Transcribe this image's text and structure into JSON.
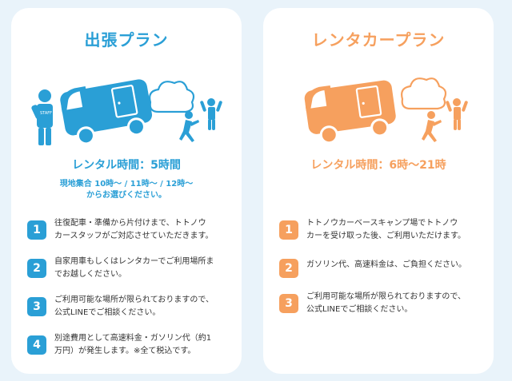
{
  "colors": {
    "blue": "#2a9fd6",
    "orange": "#f6a05e",
    "background": "#e9f3fa"
  },
  "left": {
    "title": "出張プラン",
    "rental": "レンタル時間：5時間",
    "meeting_line1": "現地集合 10時～ / 11時～ / 12時～",
    "meeting_line2": "からお選びください。",
    "staff_label": "STAFF",
    "items": [
      {
        "num": "1",
        "line1": "往復配車・準備から片付けまで、トトノウ",
        "line2": "カースタッフがご対応させていただきます。"
      },
      {
        "num": "2",
        "line1": "自家用車もしくはレンタカーでご利用場所ま",
        "line2": "でお越しください。"
      },
      {
        "num": "3",
        "line1": "ご利用可能な場所が限られておりますので、",
        "line2": "公式LINEでご相談ください。"
      },
      {
        "num": "4",
        "line1": "別途費用として高速料金・ガソリン代（約1",
        "line2": "万円）が発生します。※全て税込です。"
      }
    ]
  },
  "right": {
    "title": "レンタカープラン",
    "rental": "レンタル時間：6時～21時",
    "items": [
      {
        "num": "1",
        "line1": "トトノウカーベースキャンプ場でトトノウ",
        "line2": "カーを受け取った後、ご利用いただけます。"
      },
      {
        "num": "2",
        "line1": "ガソリン代、高速料金は、ご負担ください。",
        "line2": ""
      },
      {
        "num": "3",
        "line1": "ご利用可能な場所が限られておりますので、",
        "line2": "公式LINEでご相談ください。"
      }
    ]
  }
}
